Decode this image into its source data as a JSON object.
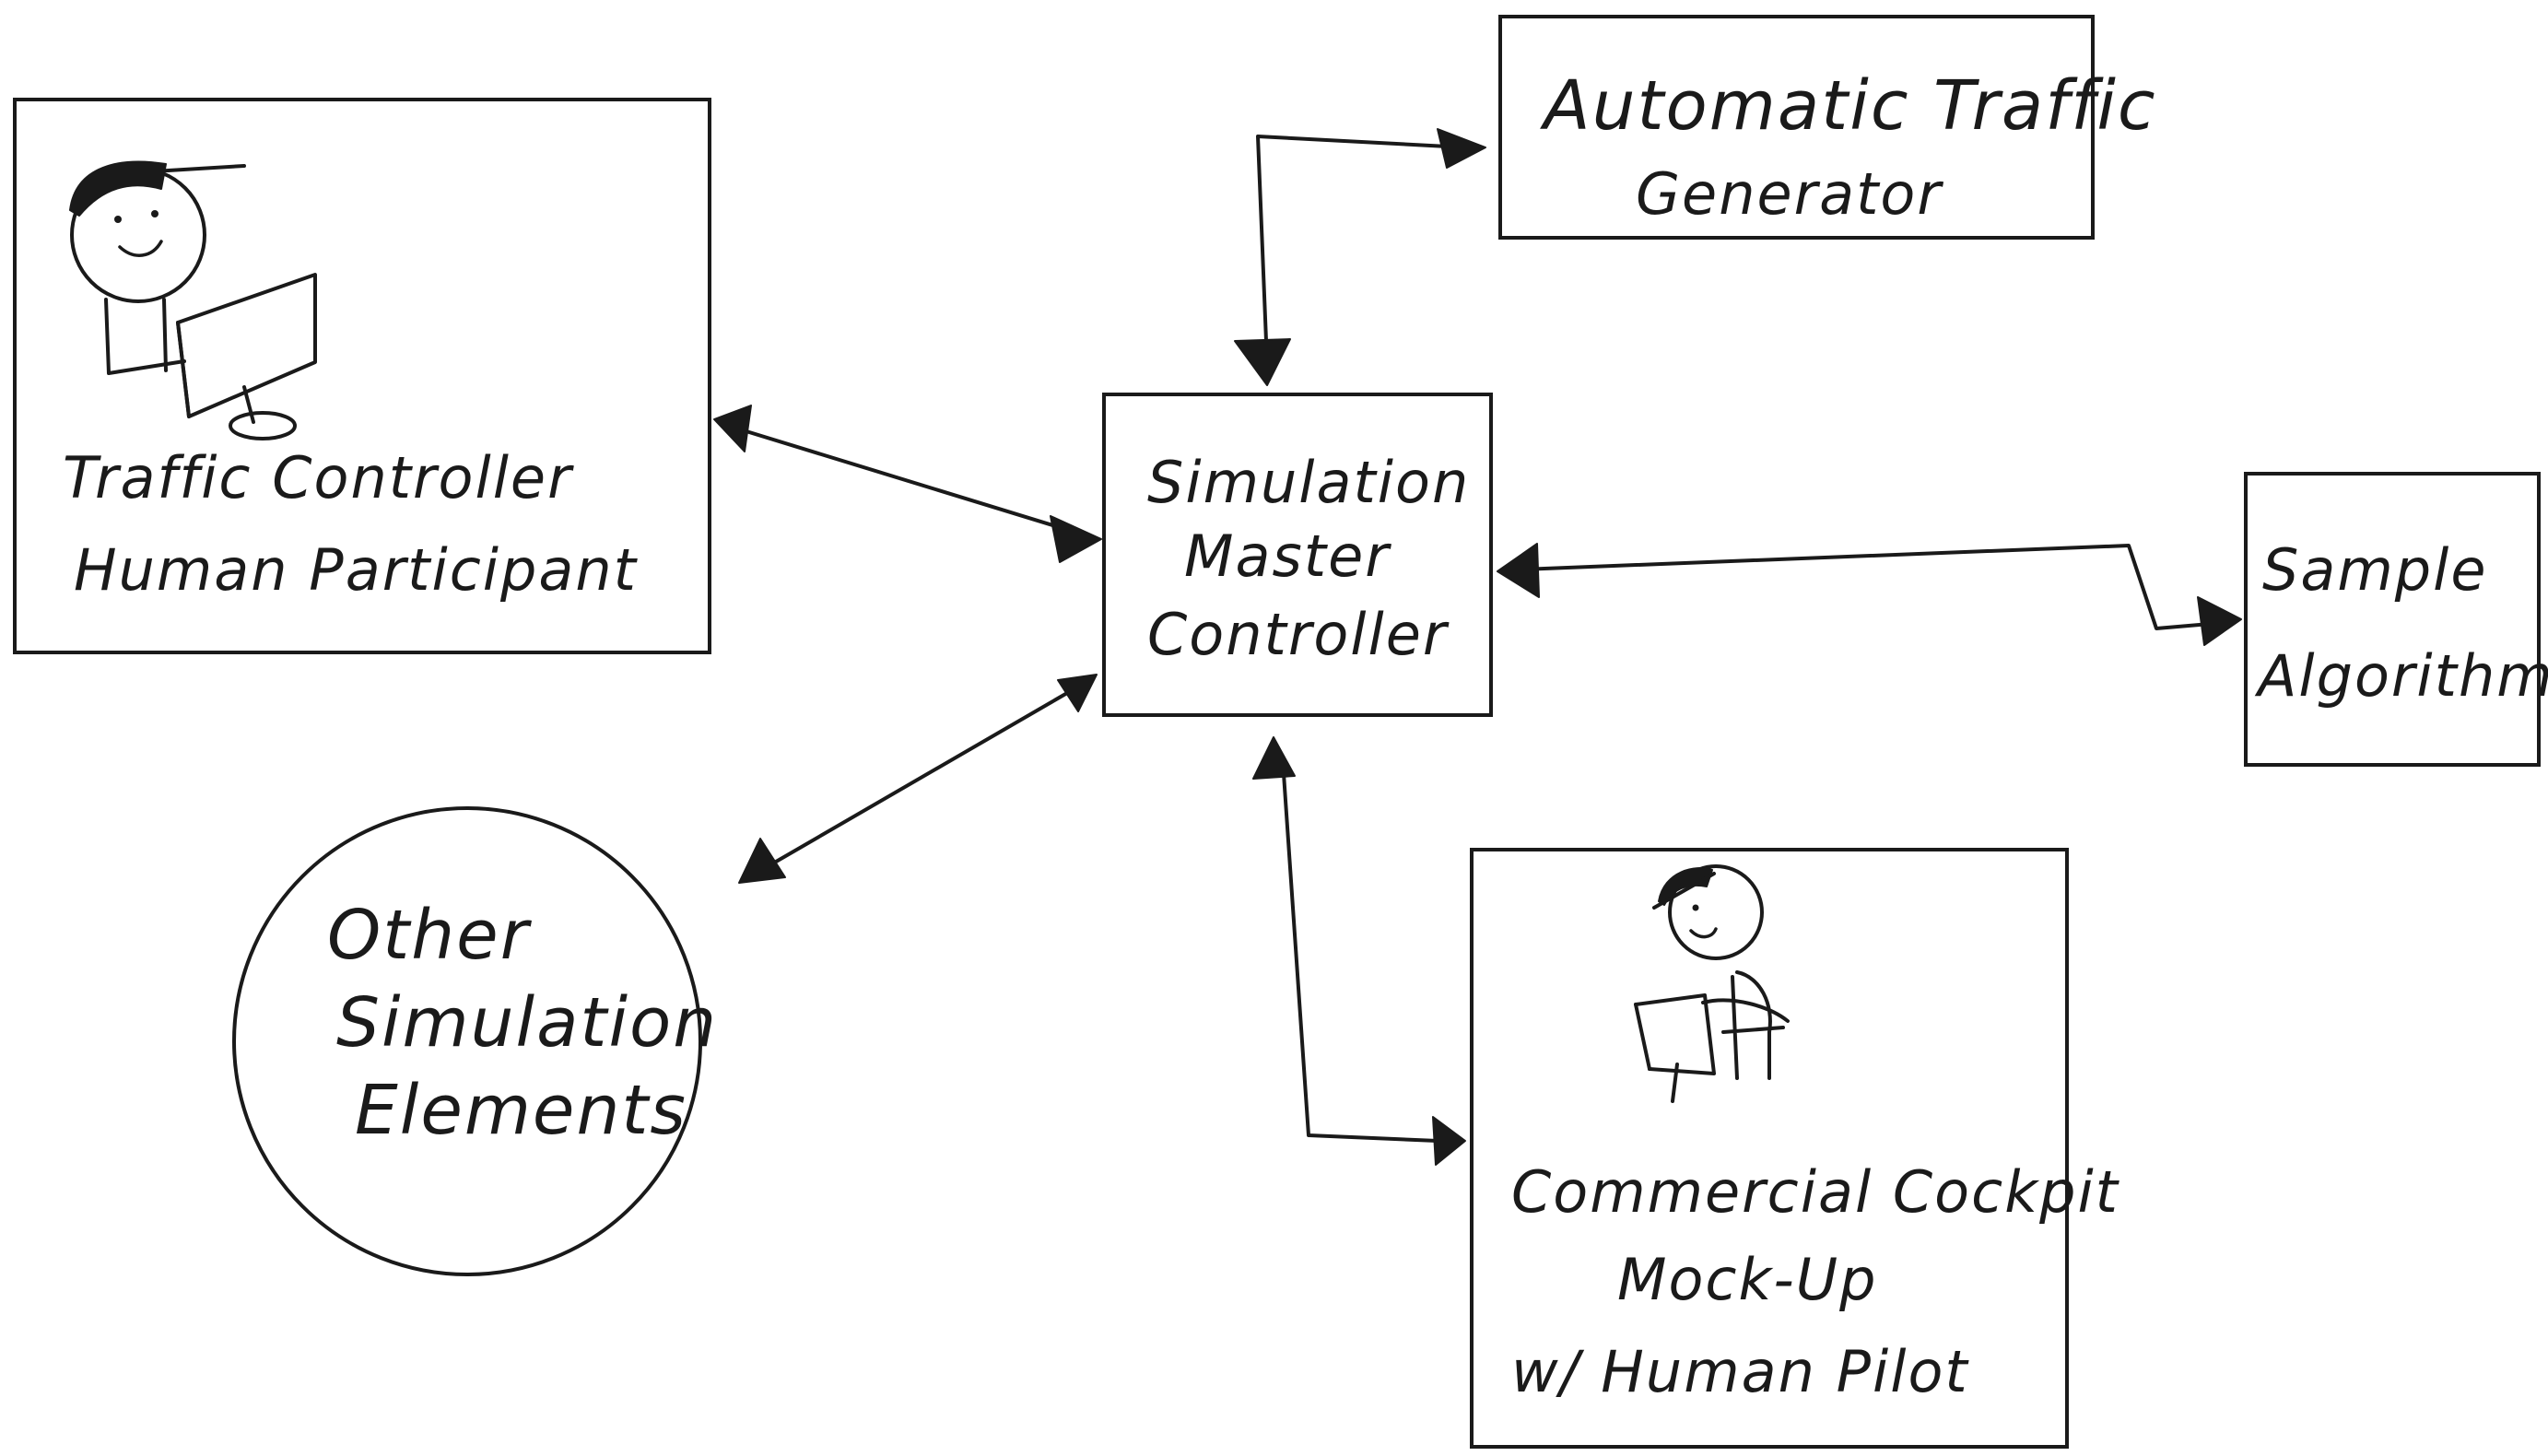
{
  "diagram": {
    "nodes": {
      "traffic_controller": {
        "lines": [
          "Traffic Controller",
          "Human Participant"
        ]
      },
      "simulation_master": {
        "lines": [
          "Simulation",
          "Master",
          "Controller"
        ]
      },
      "automatic_traffic": {
        "lines": [
          "Automatic Traffic",
          "Generator"
        ]
      },
      "sample_algorithm": {
        "lines": [
          "Sample",
          "Algorithm"
        ]
      },
      "other_elements": {
        "lines": [
          "Other",
          "Simulation",
          "Elements"
        ]
      },
      "cockpit": {
        "lines": [
          "Commercial Cockpit",
          "Mock-Up",
          "w/ Human Pilot"
        ]
      }
    },
    "connections": [
      {
        "from": "traffic_controller",
        "to": "simulation_master",
        "bidirectional": true
      },
      {
        "from": "automatic_traffic",
        "to": "simulation_master",
        "bidirectional": true
      },
      {
        "from": "sample_algorithm",
        "to": "simulation_master",
        "bidirectional": true
      },
      {
        "from": "other_elements",
        "to": "simulation_master",
        "bidirectional": true
      },
      {
        "from": "cockpit",
        "to": "simulation_master",
        "bidirectional": true
      }
    ],
    "style": {
      "stroke": "#1a1a1a",
      "background": "#ffffff"
    }
  }
}
